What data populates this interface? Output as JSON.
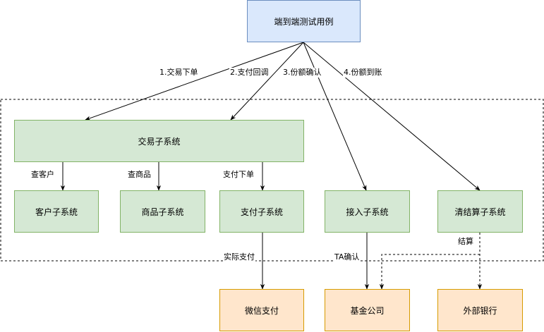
{
  "nodes": {
    "root": {
      "label": "端到端测试用例",
      "color": "#dae8fc"
    },
    "trade": {
      "label": "交易子系统",
      "color": "#d5e8d4"
    },
    "customer": {
      "label": "客户子系统"
    },
    "product": {
      "label": "商品子系统"
    },
    "payment": {
      "label": "支付子系统"
    },
    "access": {
      "label": "接入子系统"
    },
    "clearing": {
      "label": "清结算子系统"
    },
    "wechat": {
      "label": "微信支付",
      "color": "#ffe6cc"
    },
    "fund": {
      "label": "基金公司"
    },
    "bank": {
      "label": "外部银行"
    }
  },
  "edges": {
    "e1": "1.交易下单",
    "e2": "2.支付回调",
    "e3": "3.份额确认",
    "e4": "4.份额到账",
    "e5": "查客户",
    "e6": "查商品",
    "e7": "支付下单",
    "e8": "实际支付",
    "e9": "TA确认",
    "e10": "结算"
  }
}
